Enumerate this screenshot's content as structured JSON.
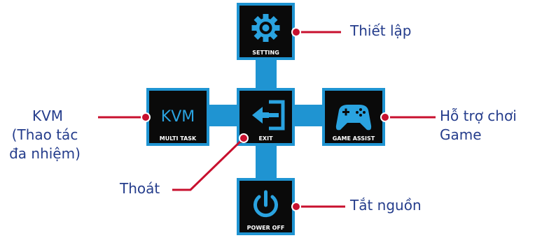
{
  "colors": {
    "cross": "#1f94d2",
    "tile": "#0a0a0a",
    "tile_border": "#1f94d2",
    "kvm_text": "#2aa3e0",
    "leader_line": "#c8102e",
    "callout_text": "#253d8c"
  },
  "tiles": {
    "setting": {
      "label": "SETTING",
      "icon": "gear-icon"
    },
    "multitask": {
      "label": "MULTI TASK",
      "icon_text": "KVM"
    },
    "exit": {
      "label": "EXIT",
      "icon": "exit-icon"
    },
    "game_assist": {
      "label": "GAME ASSIST",
      "icon": "gamepad-icon"
    },
    "power_off": {
      "label": "POWER OFF",
      "icon": "power-icon"
    }
  },
  "callouts": {
    "setting": "Thiết lập",
    "kvm": "KVM",
    "kvm_line2": "(Thao tác",
    "kvm_line3": "đa nhiệm)",
    "exit": "Thoát",
    "game_assist_line1": "Hỗ trợ chơi",
    "game_assist_line2": "Game",
    "power_off": "Tắt nguồn"
  }
}
